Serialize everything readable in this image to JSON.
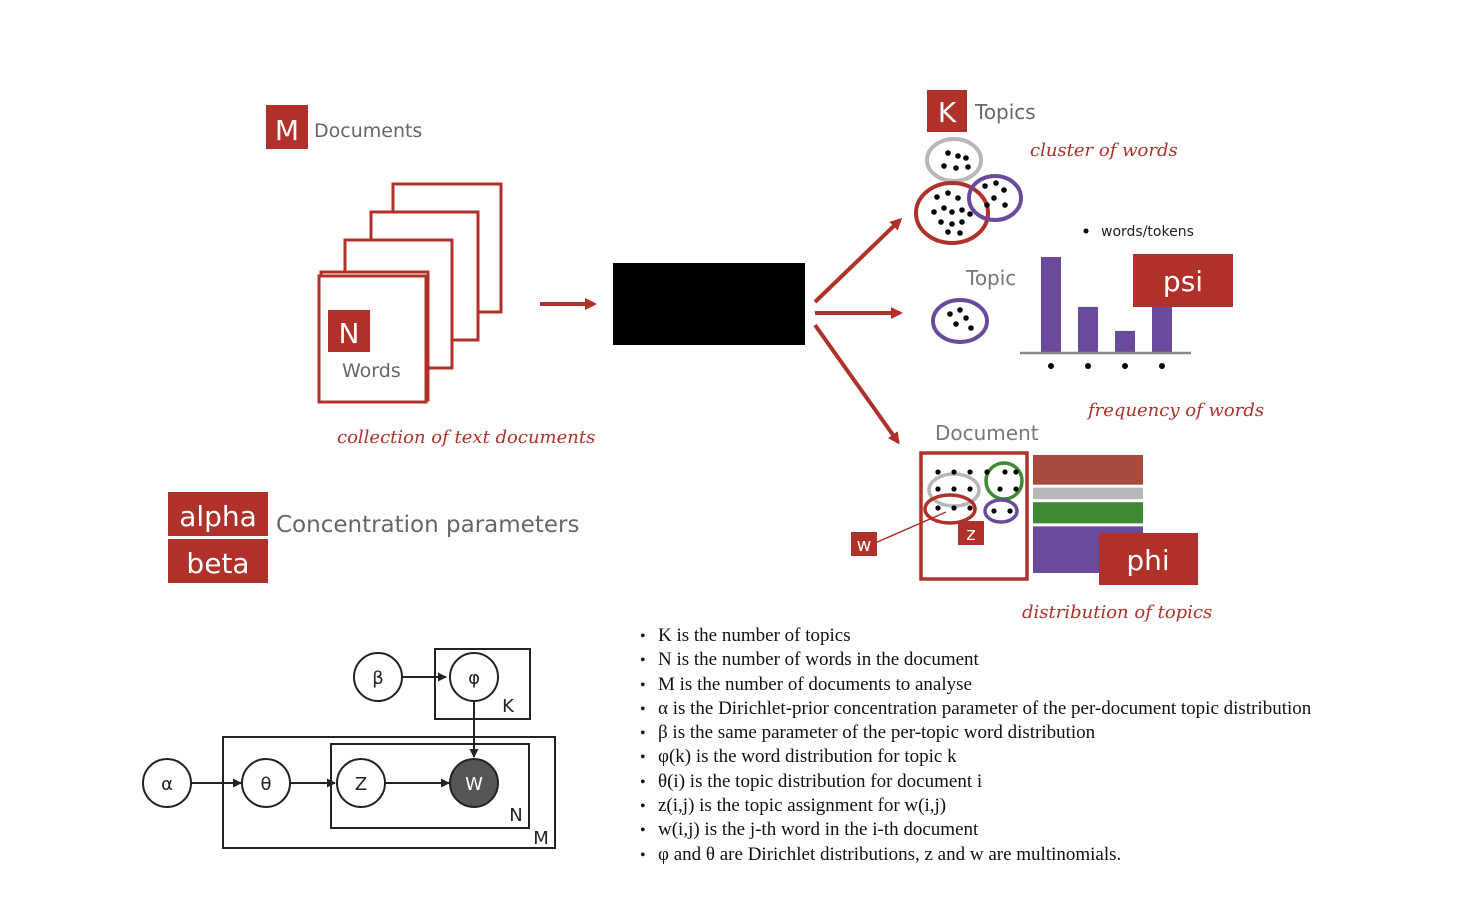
{
  "colors": {
    "red": "#b0302a",
    "purple": "#6a4a9a",
    "green": "#3f8a32",
    "gray": "#b7b7b7",
    "dark_node": "#555555",
    "black_box": "#000000"
  },
  "documents": {
    "badge": "M",
    "label": "Documents",
    "caption": "collection of text documents"
  },
  "words": {
    "badge": "N",
    "label": "Words"
  },
  "topics": {
    "badge": "K",
    "label": "Topics",
    "caption": "cluster of words"
  },
  "topic": {
    "label": "Topic",
    "legend": "words/tokens",
    "badge": "psi",
    "caption": "frequency of words",
    "bar_values": [
      1.0,
      0.48,
      0.23,
      0.52
    ]
  },
  "document": {
    "label": "Document",
    "w_badge": "w",
    "z_badge": "z",
    "badge": "phi",
    "caption": "distribution of topics",
    "stack_colors": [
      "#a84a3c",
      "#b7b7b7",
      "#3f8a32",
      "#6a4a9a"
    ],
    "stack_proportions": [
      0.27,
      0.12,
      0.2,
      0.41
    ]
  },
  "params": {
    "alpha": "alpha",
    "beta": "beta",
    "label": "Concentration parameters"
  },
  "plate": {
    "nodes": {
      "alpha": "α",
      "beta": "β",
      "theta": "θ",
      "phi": "φ",
      "z": "Z",
      "w": "W"
    },
    "plates": {
      "k": "K",
      "n": "N",
      "m": "M"
    }
  },
  "bullets": [
    "K is the number of topics",
    "N is the number of words in the document",
    "M is the number of documents to analyse",
    "α is the Dirichlet-prior concentration parameter of the per-document topic distribution",
    "β is the same parameter of the per-topic word distribution",
    "φ(k) is the word distribution for topic k",
    "θ(i) is the topic distribution for document i",
    "z(i,j) is the topic assignment for w(i,j)",
    "w(i,j) is the j-th word in the i-th document",
    "φ and θ are Dirichlet distributions, z and w are multinomials."
  ]
}
